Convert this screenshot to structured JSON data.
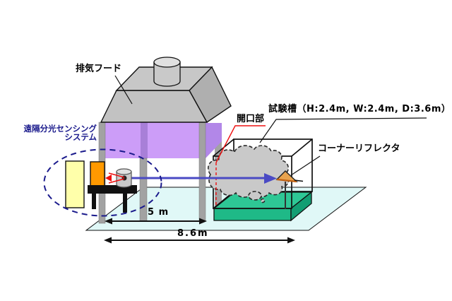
{
  "diagram": {
    "labels": {
      "exhaust_hood": "排気フード",
      "sensing_system_line1": "遠隔分光センシング",
      "sensing_system_line2": "システム",
      "opening": "開口部",
      "test_chamber_dims": "試験槽（H:2.4m, W:2.4m, D:3.6m）",
      "corner_reflector": "コーナーリフレクタ",
      "dim_hood_span": "5 m",
      "dim_total_span": "8.6m"
    },
    "colors": {
      "line": "#111111",
      "floor": "#E0F8F7",
      "hood": "#C2C2C2",
      "hood_top": "#C7C7C7",
      "hood_side": "#AFAFAF",
      "cylinder": "#C9C9C9",
      "cylinder_top": "#E0E0E0",
      "curtain": "#CC9DF8",
      "curtain_side": "#B287E8",
      "curtain_stripe": "#A87FD8",
      "leg": "#A2A2A2",
      "platform_top": "#2EC795",
      "platform_front": "#1FB987",
      "platform_side": "#129E73",
      "cloud": "#C9C9C9",
      "beam": "#4A4AC4",
      "reflector": "#E8A34E",
      "reflector_edge": "#C06010",
      "panel_yellow": "#FFFFAA",
      "panel_orange": "#FF9900",
      "accent_red": "#EE1111",
      "navy": "#1A1A8C"
    }
  }
}
